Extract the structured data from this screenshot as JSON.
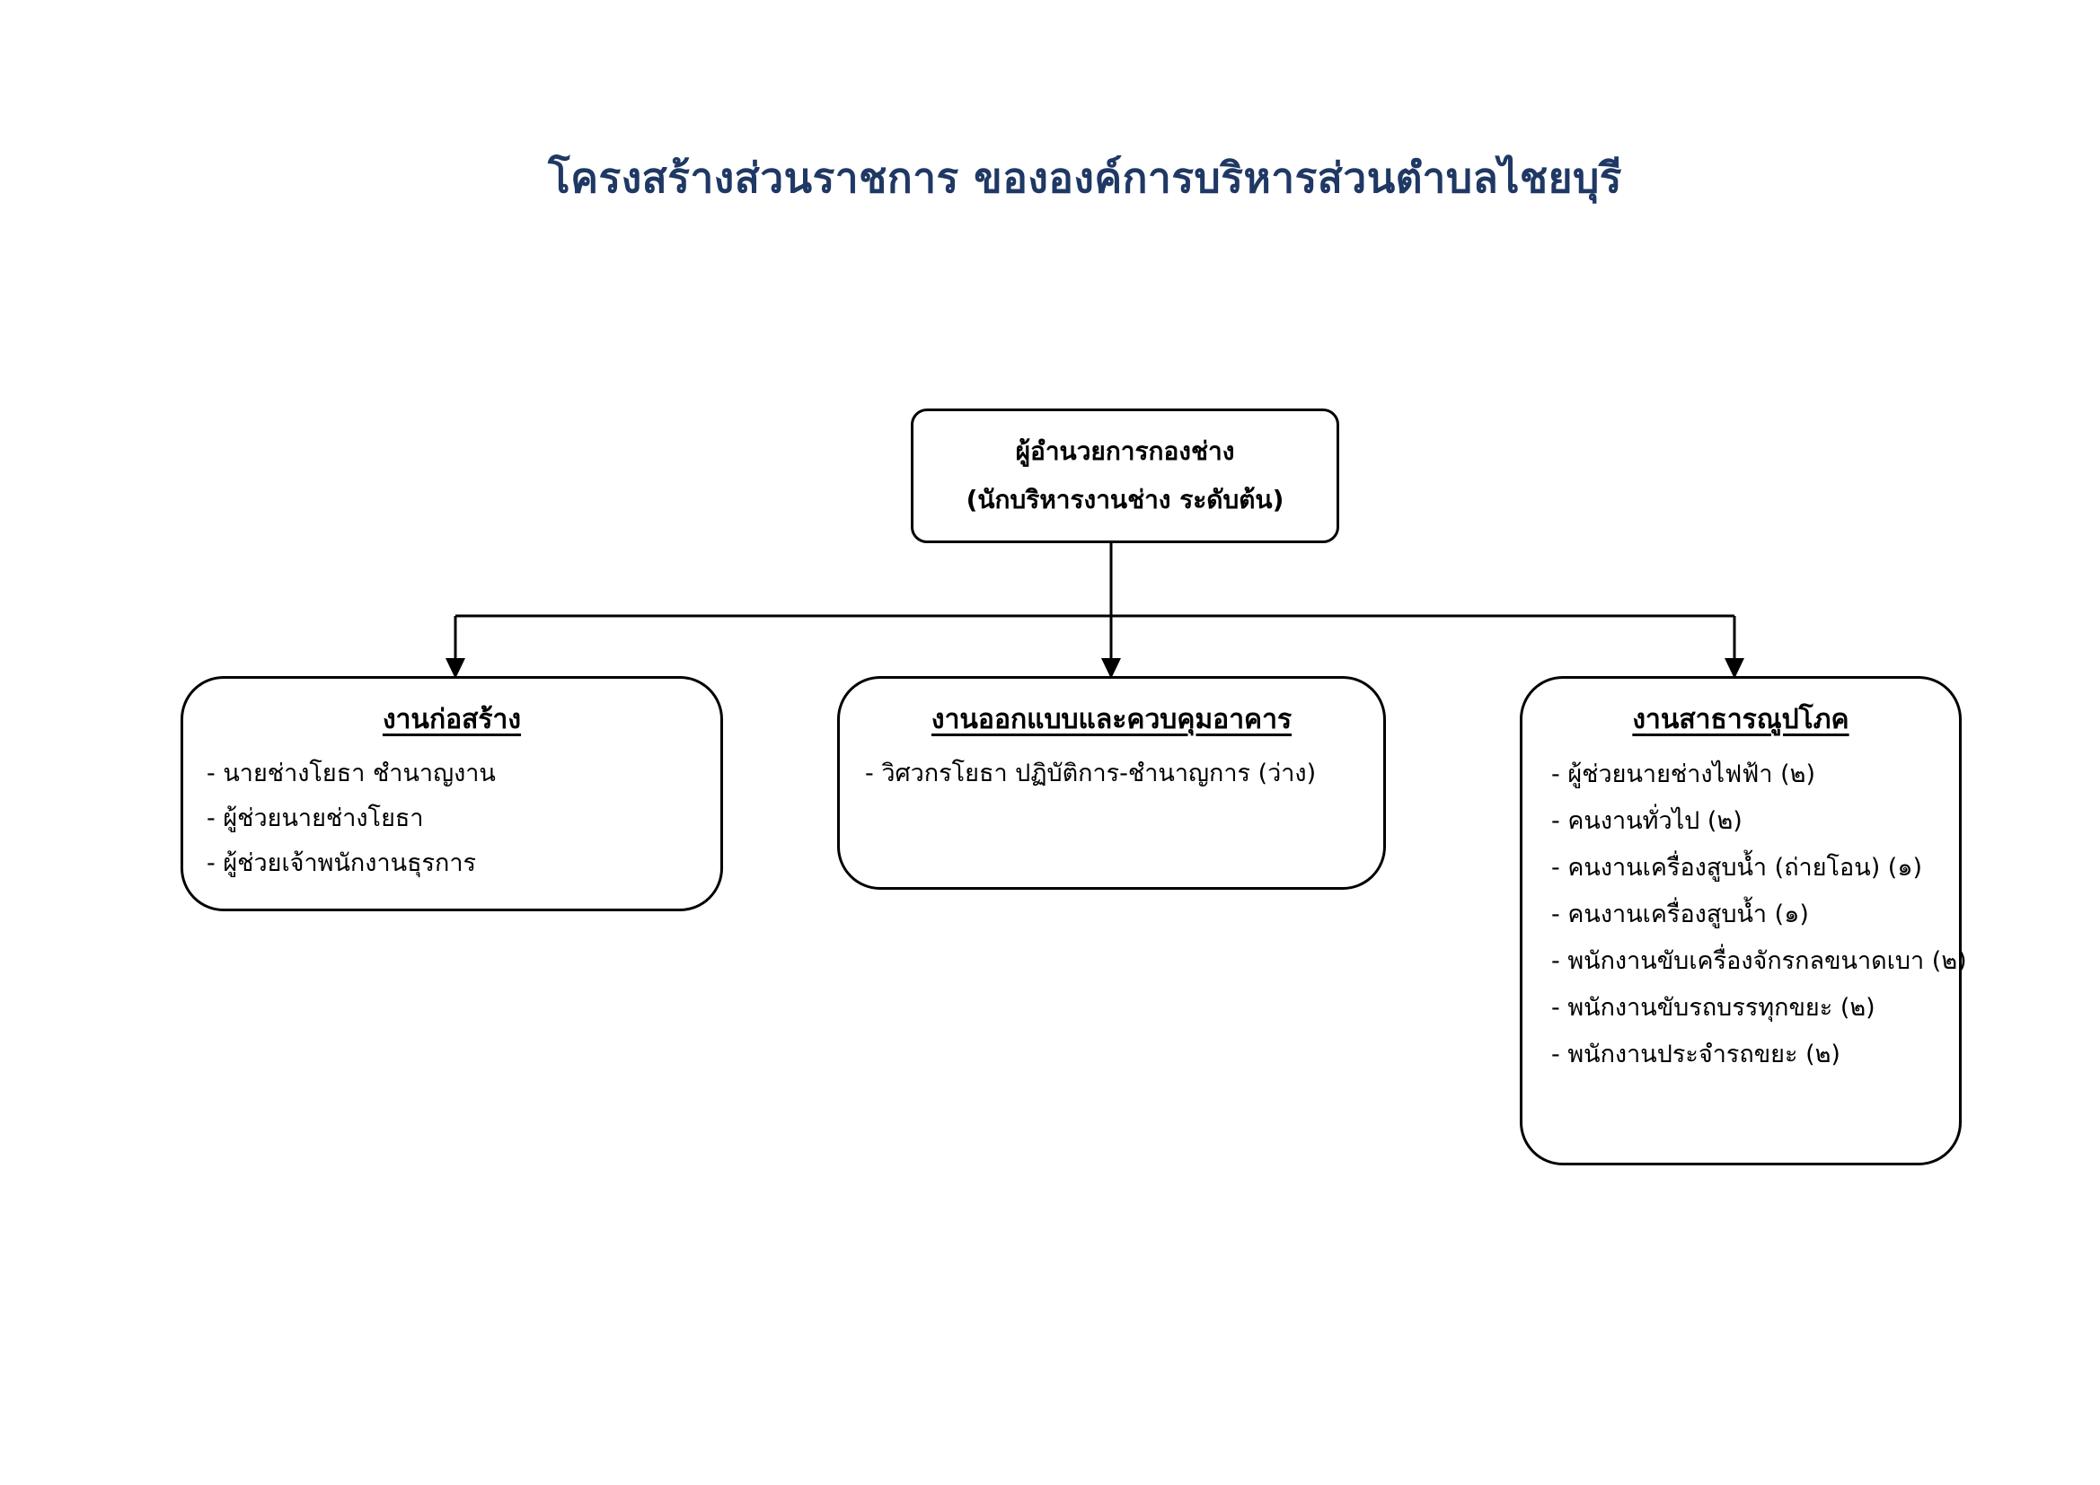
{
  "page": {
    "title": "โครงสร้างส่วนราชการ ขององค์การบริหารส่วนตำบลไชยบุรี"
  },
  "root": {
    "title": "ผู้อำนวยการกองช่าง",
    "subtitle": "(นักบริหารงานช่าง ระดับต้น)"
  },
  "departments": [
    {
      "title": "งานก่อสร้าง",
      "items": [
        "- นายช่างโยธา ชำนาญงาน",
        "- ผู้ช่วยนายช่างโยธา",
        "- ผู้ช่วยเจ้าพนักงานธุรการ"
      ]
    },
    {
      "title": "งานออกแบบและควบคุมอาคาร",
      "items": [
        "- วิศวกรโยธา ปฏิบัติการ-ชำนาญการ (ว่าง)"
      ]
    },
    {
      "title": "งานสาธารณูปโภค",
      "items": [
        "- ผู้ช่วยนายช่างไฟฟ้า (๒)",
        "- คนงานทั่วไป (๒)",
        "- คนงานเครื่องสูบน้ำ (ถ่ายโอน) (๑)",
        "- คนงานเครื่องสูบน้ำ (๑)",
        "- พนักงานขับเครื่องจักรกลขนาดเบา (๒)",
        "- พนักงานขับรถบรรทุกขยะ (๒)",
        "- พนักงานประจำรถขยะ (๒)"
      ]
    }
  ],
  "colors": {
    "title_text": "#1f3864",
    "box_border": "#000000",
    "connector": "#000000",
    "background": "#ffffff"
  }
}
